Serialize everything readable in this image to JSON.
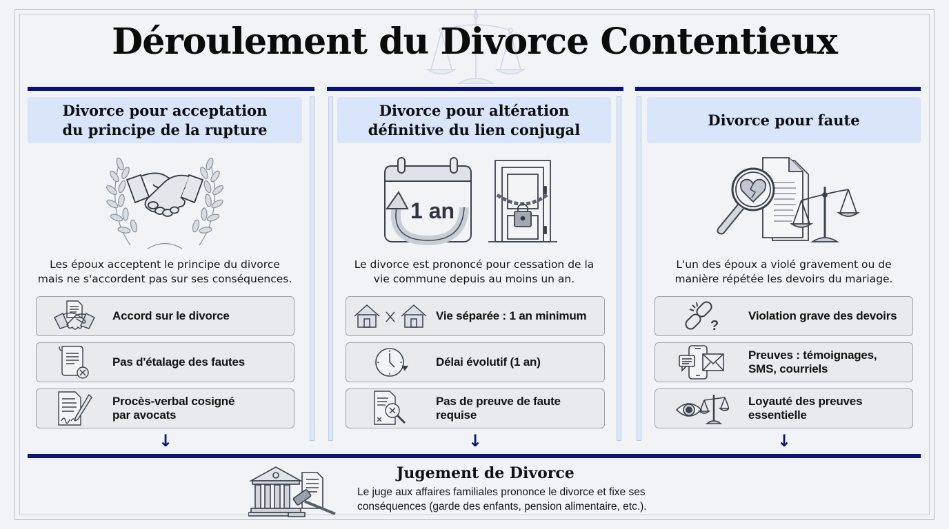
{
  "title": "Déroulement du Divorce Contentieux",
  "colors": {
    "accent_bar": "#0a1478",
    "header_bg": "#d8e5fb",
    "feature_bg": "#e8eaee",
    "page_bg": "#f1f3f7"
  },
  "columns": [
    {
      "heading": "Divorce pour acceptation\ndu principe de la rupture",
      "illustration": "handshake-laurel-icon",
      "description": "Les époux acceptent le principe du divorce\nmais ne s'accordent pas sur ses conséquences.",
      "features": [
        {
          "icon": "handshake-document-icon",
          "label": "Accord sur le divorce"
        },
        {
          "icon": "scroll-no-icon",
          "label": "Pas d'étalage des fautes"
        },
        {
          "icon": "signed-document-pen-icon",
          "label": "Procès-verbal cosigné\npar avocats"
        }
      ],
      "arrow": "↓"
    },
    {
      "heading": "Divorce pour altération\ndéfinitive du lien conjugal",
      "illustration": "calendar-locked-door-icon",
      "calendar_label": "1 an",
      "description": "Le divorce est prononcé pour cessation de la\nvie commune depuis au moins un an.",
      "features": [
        {
          "icon": "separate-houses-icon",
          "label": "Vie séparée : 1 an minimum"
        },
        {
          "icon": "clock-icon",
          "label": "Délai évolutif (1 an)"
        },
        {
          "icon": "document-search-no-icon",
          "label": "Pas de preuve de faute\nrequise"
        }
      ],
      "arrow": "↓"
    },
    {
      "heading": "Divorce pour faute",
      "illustration": "magnifier-broken-heart-scales-icon",
      "description": "L'un des époux a violé gravement ou de\nmanière répétée les devoirs du mariage.",
      "features": [
        {
          "icon": "broken-link-icon",
          "label": "Violation grave des devoirs"
        },
        {
          "icon": "phone-message-mail-icon",
          "label": "Preuves : témoignages,\nSMS, courriels"
        },
        {
          "icon": "eye-scales-icon",
          "label": "Loyauté des preuves\nessentielle"
        }
      ],
      "arrow": "↓"
    }
  ],
  "judgement": {
    "title": "Jugement de Divorce",
    "description": "Le juge aux affaires familiales prononce le divorce et fixe ses\nconséquences (garde des enfants, pension alimentaire, etc.).",
    "icon": "courthouse-gavel-icon"
  }
}
